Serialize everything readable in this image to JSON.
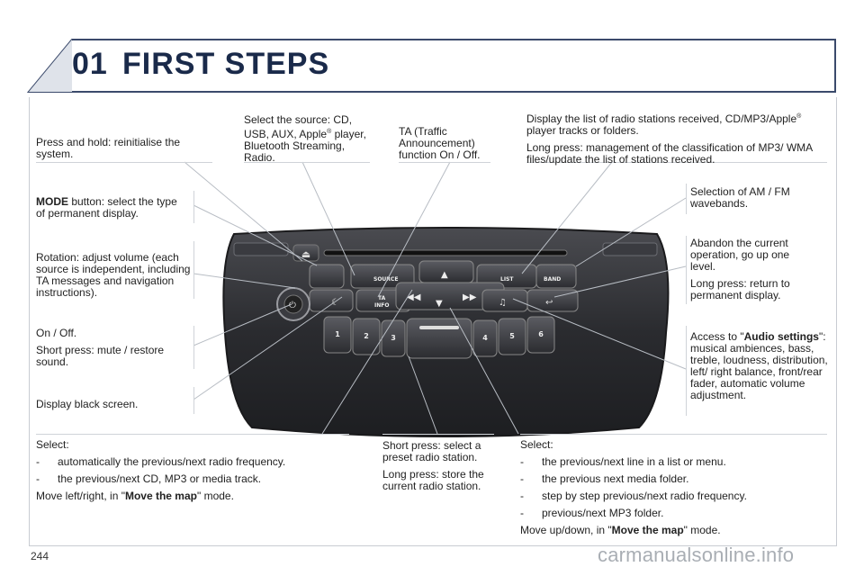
{
  "chapter": {
    "number": "01",
    "title": "FIRST STEPS"
  },
  "callouts": {
    "reset": "Press and hold: reinitialise the system.",
    "source": "Select the source: CD, USB, AUX, Apple",
    "source_sup": "®",
    "source_tail": " player, Bluetooth Streaming, Radio.",
    "ta": "TA (Traffic Announcement) function On / Off.",
    "list_1": "Display the list of radio stations received, CD/MP3/Apple",
    "list_sup": "®",
    "list_1_tail": " player tracks or folders.",
    "list_2": "Long press: management of the classification of MP3/ WMA files/update the list of stations received.",
    "mode_bold": "MODE",
    "mode_rest": " button: select the type of permanent display.",
    "band": "Selection of AM / FM wavebands.",
    "rotation": "Rotation: adjust volume (each source is independent, including TA messages and navigation instructions).",
    "back_1": "Abandon the current operation, go up one level.",
    "back_2": "Long press: return to permanent display.",
    "onoff_1": "On / Off.",
    "onoff_2": "Short press: mute / restore sound.",
    "audio_pre": "Access to \"",
    "audio_bold": "Audio settings",
    "audio_rest": "\": musical ambiences, bass, treble, loudness, distribution, left/ right balance, front/rear fader, automatic volume adjustment.",
    "black": "Display black screen.",
    "preset_1": "Short press: select a preset radio station.",
    "preset_2": "Long press: store the current radio station."
  },
  "bottom_left": {
    "heading": "Select:",
    "items": [
      "automatically the previous/next radio frequency.",
      "the previous/next CD, MP3 or media track."
    ],
    "footer_pre": "Move left/right, in \"",
    "footer_bold": "Move the map",
    "footer_post": "\" mode."
  },
  "bottom_right": {
    "heading": "Select:",
    "items": [
      "the previous/next line in a list or menu.",
      "the previous next media folder.",
      "step by step previous/next radio frequency.",
      "previous/next MP3 folder."
    ],
    "footer_pre": "Move up/down, in \"",
    "footer_bold": "Move the map",
    "footer_post": "\" mode."
  },
  "panel": {
    "source_label": "SOURCE",
    "ta_label_1": "TA",
    "ta_label_2": "INFO",
    "list_label": "LIST",
    "band_label": "BAND",
    "presets": [
      "1",
      "2",
      "3",
      "4",
      "5",
      "6"
    ]
  },
  "page_number": "244",
  "watermark": "carmanualsonline.info",
  "colors": {
    "heading": "#1a2a4a",
    "frame": "#3b4a6b",
    "panel": "#2e2f33"
  }
}
